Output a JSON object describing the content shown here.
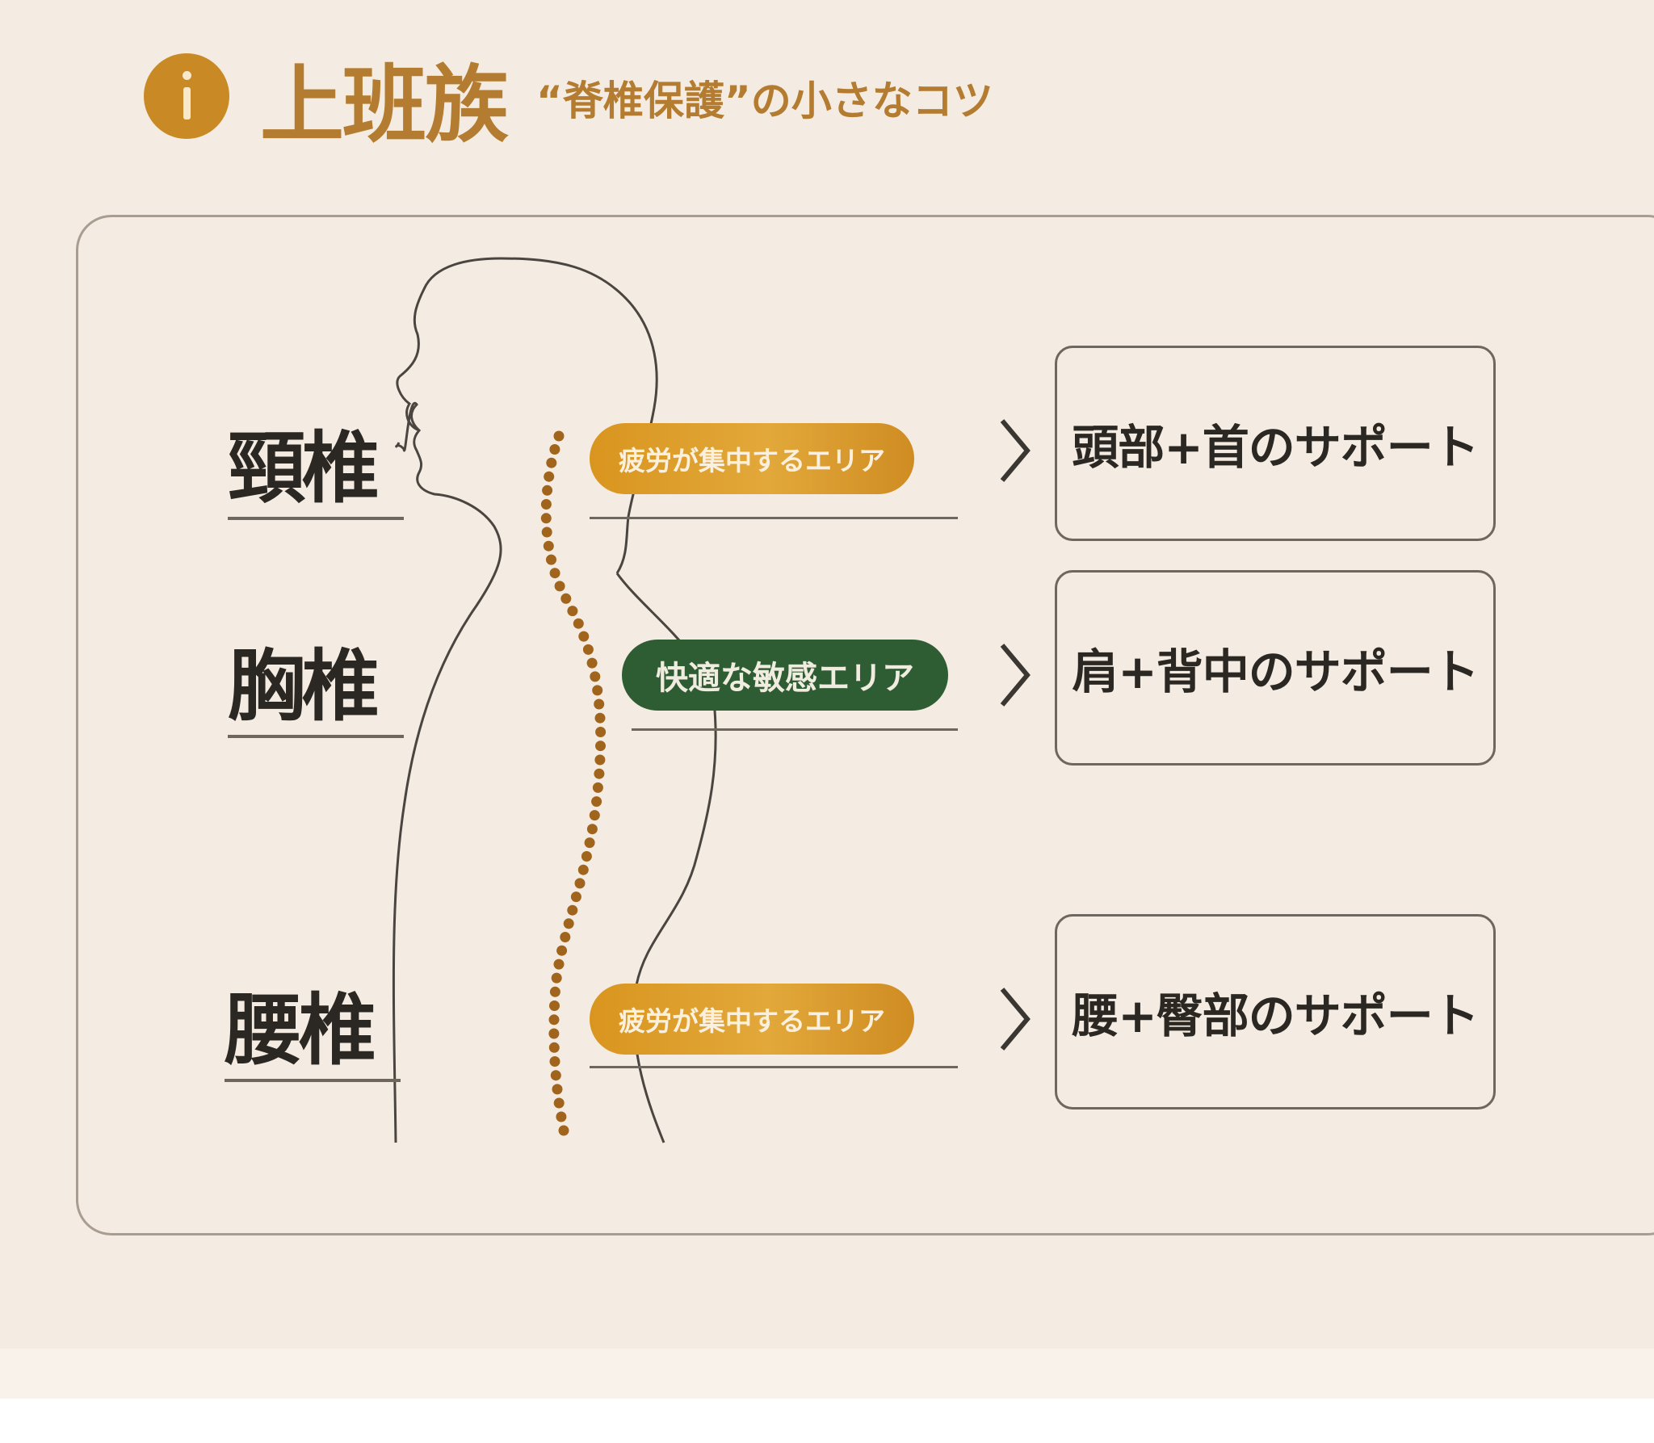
{
  "header": {
    "icon": "info-icon",
    "title": "上班族",
    "subtitle": "“脊椎保護”の小さなコツ"
  },
  "colors": {
    "background": "#f4ece2",
    "accent_orange": "#d9951f",
    "accent_green": "#2f5d33",
    "text_dark": "#2b2723",
    "title_gold": "#b47c30"
  },
  "diagram": {
    "levels": [
      {
        "label": "頸椎",
        "area_tag": "疲労が集中するエリア",
        "tag_color": "orange",
        "support": "頭部+首のサポート"
      },
      {
        "label": "胸椎",
        "area_tag": "快適な敏感エリア",
        "tag_color": "green",
        "support": "肩+背中のサポート"
      },
      {
        "label": "腰椎",
        "area_tag": "疲労が集中するエリア",
        "tag_color": "orange",
        "support": "腰+臀部のサポート"
      }
    ],
    "arrow_icon": "chevron-right-icon",
    "figure": "human-silhouette-side-view",
    "spine": "dotted-spine-line"
  }
}
